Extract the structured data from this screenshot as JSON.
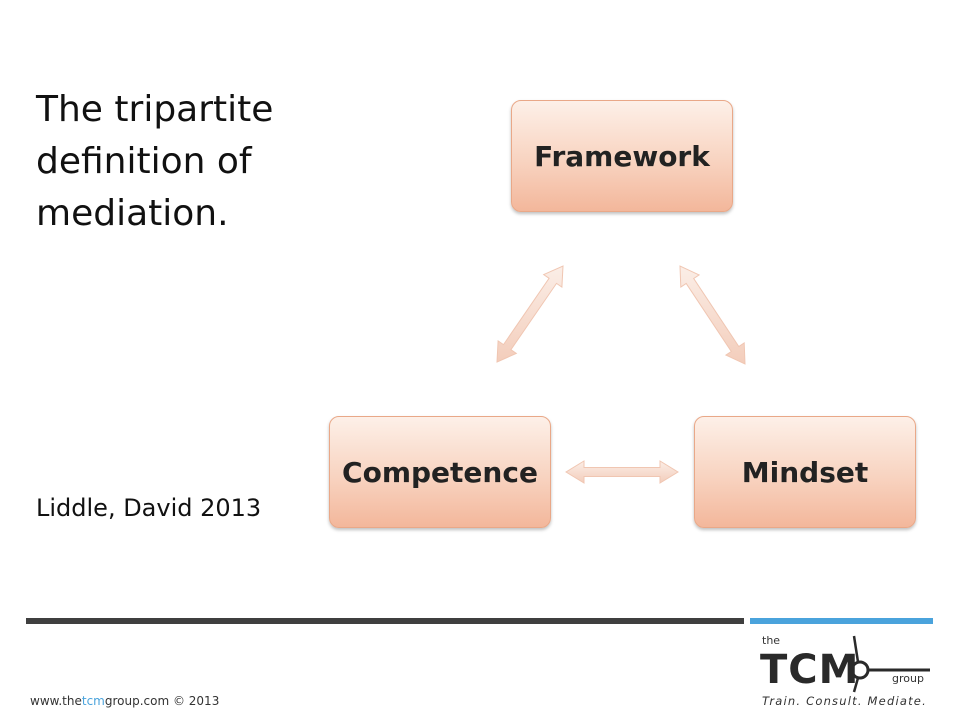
{
  "slide": {
    "title_lines": [
      "The tripartite",
      "definition of",
      "mediation."
    ],
    "citation": "Liddle, David 2013"
  },
  "diagram": {
    "nodes": [
      "Framework",
      "Mindset",
      "Competence"
    ],
    "connections": [
      {
        "from": "Framework",
        "to": "Mindset",
        "type": "double-arrow"
      },
      {
        "from": "Mindset",
        "to": "Competence",
        "type": "double-arrow"
      },
      {
        "from": "Competence",
        "to": "Framework",
        "type": "double-arrow"
      }
    ],
    "colors": {
      "node_fill": "#f8d3c0",
      "node_border": "#e9a888",
      "arrow_fill": "#f6dccf"
    }
  },
  "footer": {
    "prefix": "www.the",
    "highlight": "tcm",
    "suffix": "group.com © 2013",
    "bar_colors": {
      "dark": "#3f3f3f",
      "accent": "#4aa3dc"
    }
  },
  "logo": {
    "the": "the",
    "name": "TCM",
    "group": "group",
    "tagline": "Train.  Consult.  Mediate."
  }
}
